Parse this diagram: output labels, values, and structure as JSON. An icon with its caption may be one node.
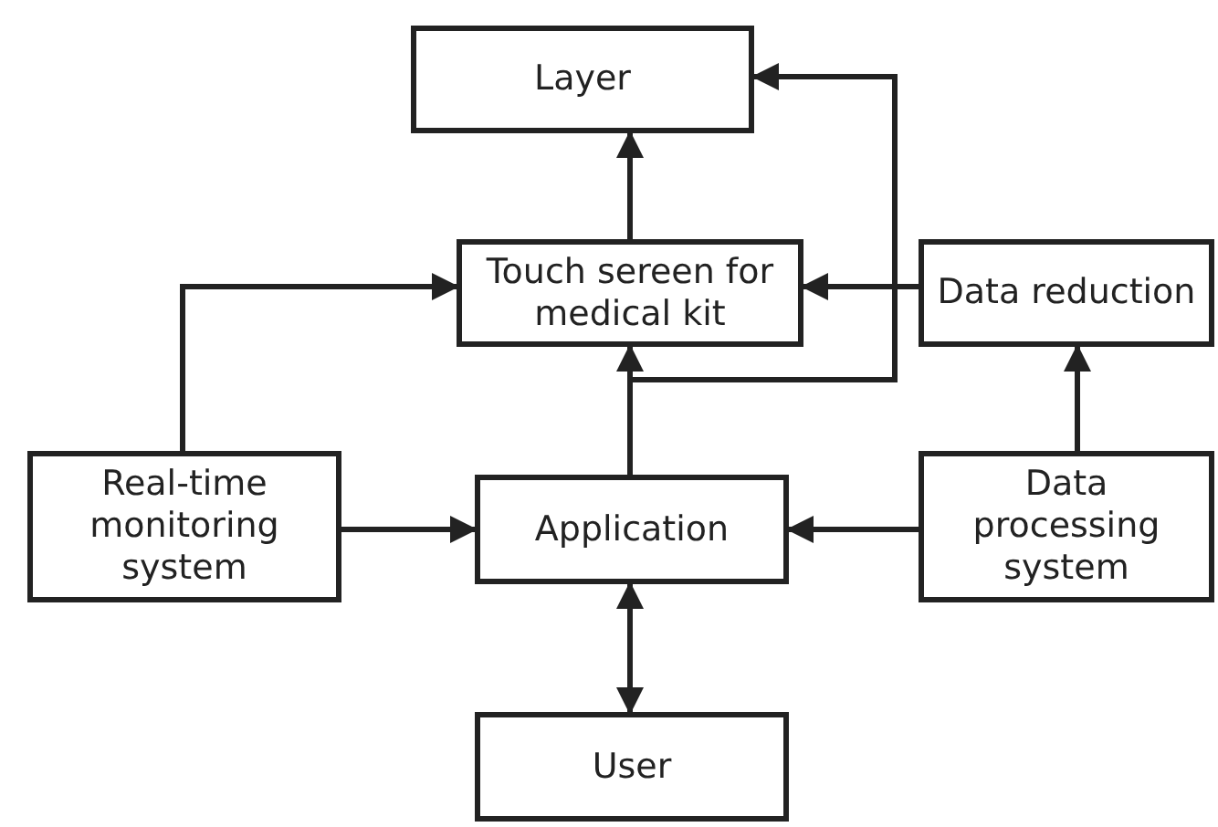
{
  "diagram": {
    "nodes": [
      {
        "text": [
          "Layer"
        ]
      },
      {
        "text": [
          "Touch sereen for medical kit"
        ]
      },
      {
        "text": [
          "Data reduction"
        ]
      },
      {
        "text": [
          "Real-time monitoring system"
        ]
      },
      {
        "text": [
          "Application"
        ]
      },
      {
        "text": [
          "Data processing system"
        ]
      },
      {
        "text": [
          "User"
        ]
      }
    ],
    "edges": [
      {
        "from": 1,
        "to": 0,
        "arrow": "to"
      },
      {
        "from": 3,
        "to": 1,
        "arrow": "to"
      },
      {
        "from": 2,
        "to": 1,
        "arrow": "to"
      },
      {
        "from": 4,
        "to": 1,
        "arrow": "to"
      },
      {
        "from": 4,
        "to": 0,
        "arrow": "to"
      },
      {
        "from": 3,
        "to": 4,
        "arrow": "to"
      },
      {
        "from": 5,
        "to": 4,
        "arrow": "to"
      },
      {
        "from": 5,
        "to": 2,
        "arrow": "to"
      },
      {
        "from": 4,
        "to": 6,
        "arrow": "both"
      }
    ]
  }
}
